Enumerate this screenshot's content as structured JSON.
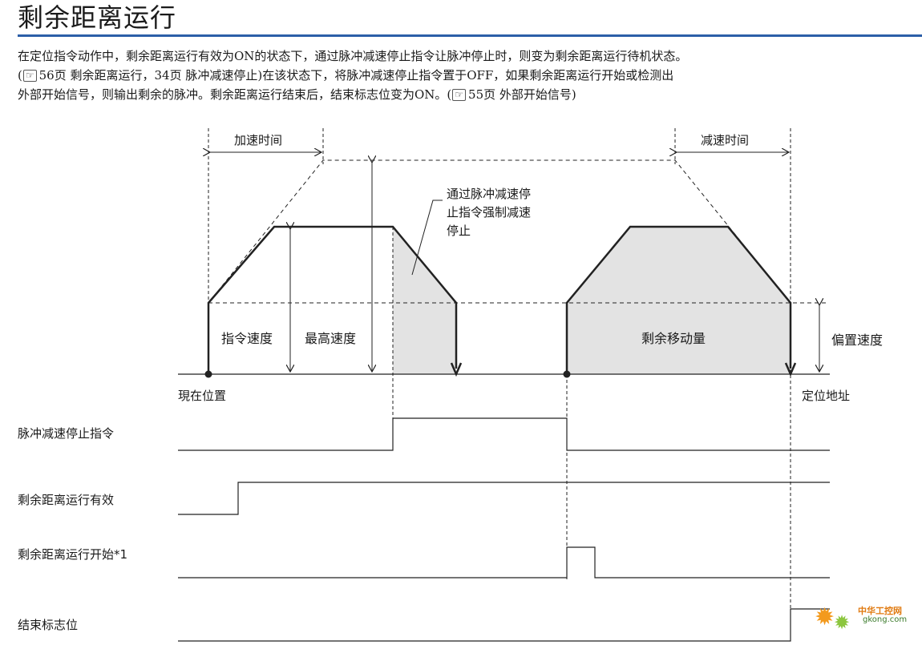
{
  "page": {
    "title": "剩余距离运行",
    "paragraph": {
      "line1": "在定位指令动作中，剩余距离运行有效为ON的状态下，通过脉冲减速停止指令让脉冲停止时，则变为剩余距离运行待机状态。",
      "line2_a": "(",
      "line2_ref1": "56页 剩余距离运行，34页 脉冲减速停止)在该状态下，将脉冲减速停止指令置于OFF，如果剩余距离运行开始或检测出",
      "line3_a": "外部开始信号，则输出剩余的脉冲。剩余距离运行结束后，结束标志位变为ON。(",
      "line3_ref": "55页 外部开始信号)"
    },
    "ref_icon": "book-reference-icon"
  },
  "diagram": {
    "labels": {
      "accel_time": "加速时间",
      "decel_time": "减速时间",
      "forced_decel_line1": "通过脉冲减速停",
      "forced_decel_line2": "止指令强制减速",
      "forced_decel_line3": "停止",
      "command_speed": "指令速度",
      "max_speed": "最高速度",
      "remaining_amount": "剩余移动量",
      "bias_speed": "偏置速度",
      "current_position": "現在位置",
      "target_address": "定位地址"
    },
    "signals": [
      {
        "name": "脉冲减速停止指令"
      },
      {
        "name": "剩余距离运行有效"
      },
      {
        "name": "剩余距离运行开始*1"
      },
      {
        "name": "结束标志位"
      }
    ],
    "colors": {
      "fill_gray": "#e3e3e3",
      "line": "#222222",
      "accent_title_rule": "#2c5fa8"
    }
  },
  "watermark": {
    "brand": "中华工控网",
    "site": "gkong.com"
  }
}
